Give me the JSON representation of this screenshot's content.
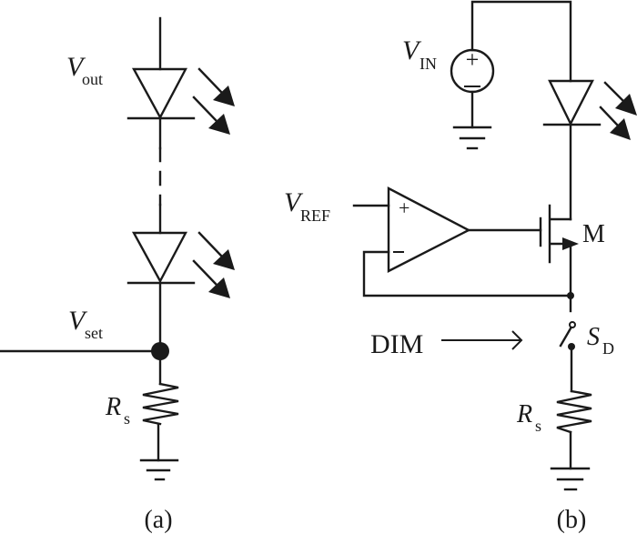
{
  "figure": {
    "panel_a": {
      "caption": "(a)",
      "labels": {
        "vout": {
          "main": "V",
          "sub": "out"
        },
        "vset": {
          "main": "V",
          "sub": "set"
        },
        "rs": {
          "main": "R",
          "sub": "s"
        }
      },
      "components": [
        "LED (top of string)",
        "LED string continuation (dashed)",
        "LED (bottom of string)",
        "junction node V_set",
        "sense resistor R_s",
        "ground"
      ]
    },
    "panel_b": {
      "caption": "(b)",
      "labels": {
        "vin": {
          "main": "V",
          "sub": "IN"
        },
        "vref": {
          "main": "V",
          "sub": "REF"
        },
        "mosfet": "M",
        "dim": "DIM",
        "switch": {
          "main": "S",
          "sub": "D"
        },
        "rs": {
          "main": "R",
          "sub": "s"
        },
        "opamp_plus": "+",
        "opamp_minus": "−",
        "source_plus": "+",
        "source_minus": "−"
      },
      "components": [
        "voltage source V_IN",
        "ground",
        "LED",
        "op-amp",
        "MOSFET M",
        "dimming switch S_D",
        "sense resistor R_s",
        "ground"
      ]
    }
  }
}
